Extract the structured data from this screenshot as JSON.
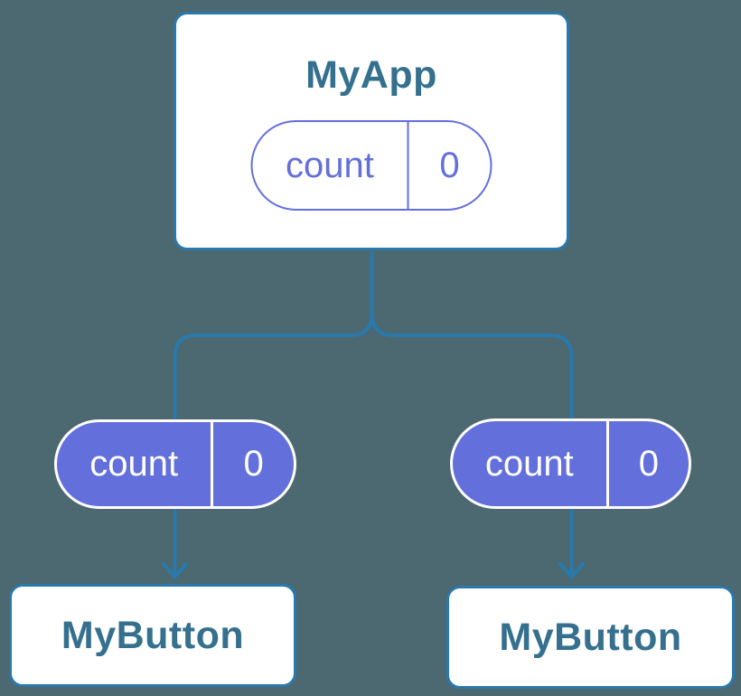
{
  "colors": {
    "background": "#4C6870",
    "card-fill": "#FFFFFF",
    "card-border": "#2979AC",
    "line": "#2979AC",
    "title-text": "#35708E",
    "pill-purple": "#6370DC",
    "pill-text-light": "#FFFFFF"
  },
  "diagram": {
    "root": {
      "title": "MyApp",
      "pill": {
        "label": "count",
        "value": "0"
      }
    },
    "children": [
      {
        "title": "MyButton",
        "pill": {
          "label": "count",
          "value": "0"
        }
      },
      {
        "title": "MyButton",
        "pill": {
          "label": "count",
          "value": "0"
        }
      }
    ]
  }
}
